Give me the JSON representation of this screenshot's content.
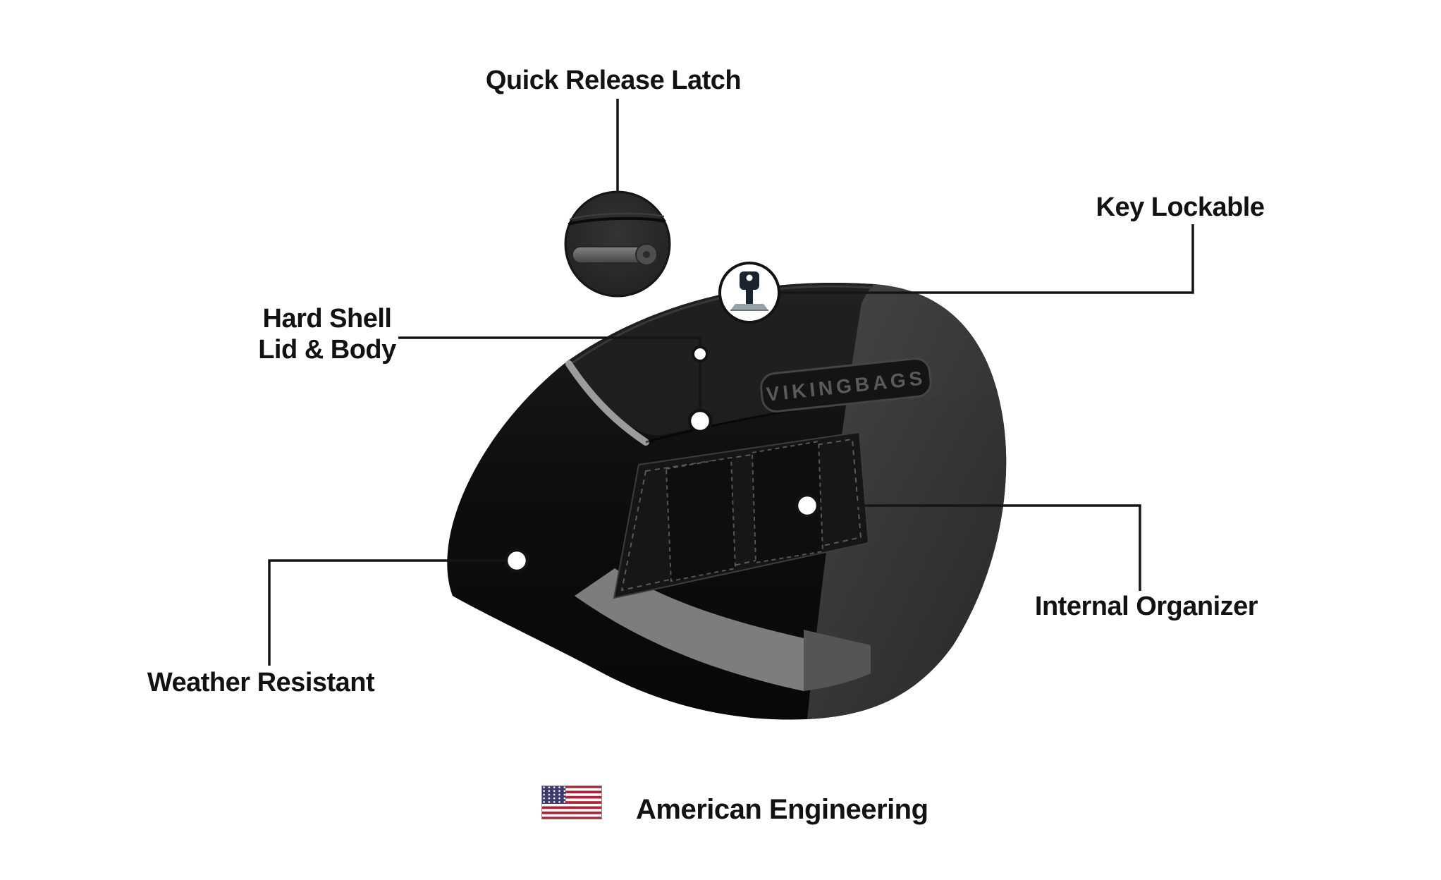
{
  "callouts": {
    "quick_release_latch": {
      "label": "Quick Release Latch"
    },
    "key_lockable": {
      "label": "Key Lockable"
    },
    "hard_shell": {
      "line1": "Hard Shell",
      "line2": "Lid & Body"
    },
    "weather_resistant": {
      "label": "Weather Resistant"
    },
    "internal_organizer": {
      "label": "Internal Organizer"
    }
  },
  "product": {
    "brand_plate_text": "VIKINGBAGS"
  },
  "footer": {
    "label": "American Engineering"
  },
  "icons": {
    "flag": "us-flag-icon",
    "key": "key-icon",
    "latch_detail": "quick-release-latch-zoom"
  },
  "colors": {
    "background": "#ffffff",
    "text": "#121212",
    "callout_line": "#151515",
    "bag_body": "#0c0c0c",
    "bag_lid": "#202020",
    "bag_right_face": "#3f3f3f",
    "trim": "#9c9c9c",
    "interior_shelf": "#7d7d7d",
    "brand_text": "#5a5a5a",
    "flag_red": "#B22234",
    "flag_blue": "#3C3B6E"
  }
}
